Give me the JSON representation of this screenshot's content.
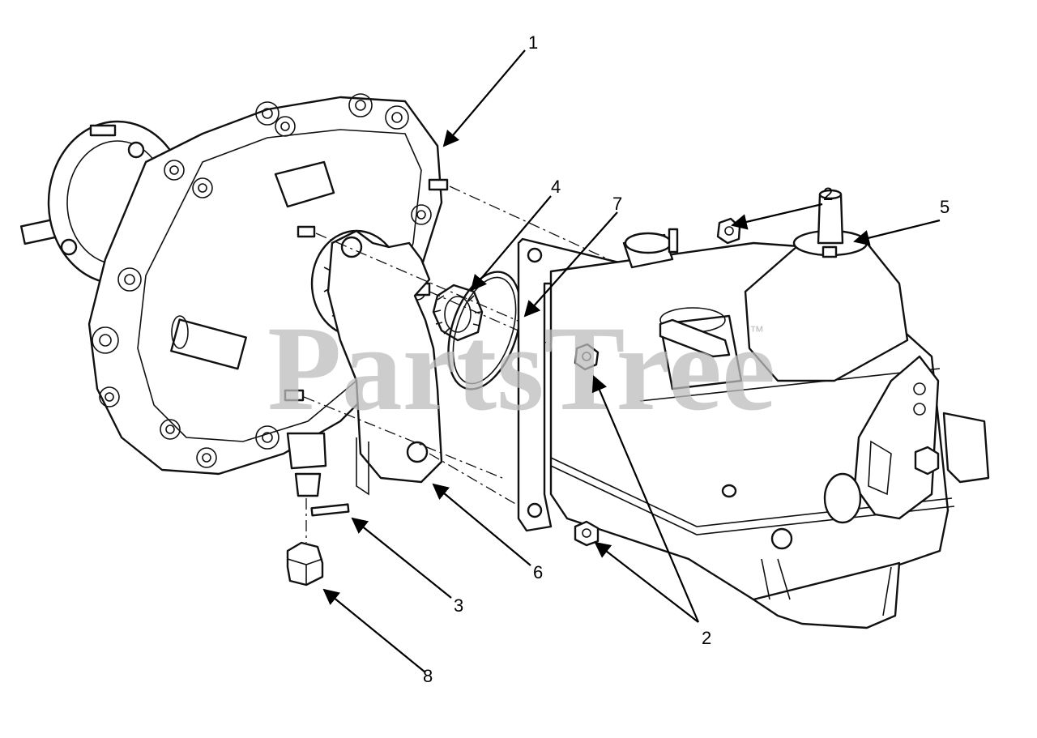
{
  "diagram": {
    "watermark": "PartsTree",
    "trademark": "™",
    "callouts": [
      {
        "id": "1",
        "label": "1"
      },
      {
        "id": "2a",
        "label": "2"
      },
      {
        "id": "2b",
        "label": "2"
      },
      {
        "id": "3",
        "label": "3"
      },
      {
        "id": "4",
        "label": "4"
      },
      {
        "id": "5",
        "label": "5"
      },
      {
        "id": "6",
        "label": "6"
      },
      {
        "id": "7",
        "label": "7"
      },
      {
        "id": "8",
        "label": "8"
      }
    ]
  }
}
